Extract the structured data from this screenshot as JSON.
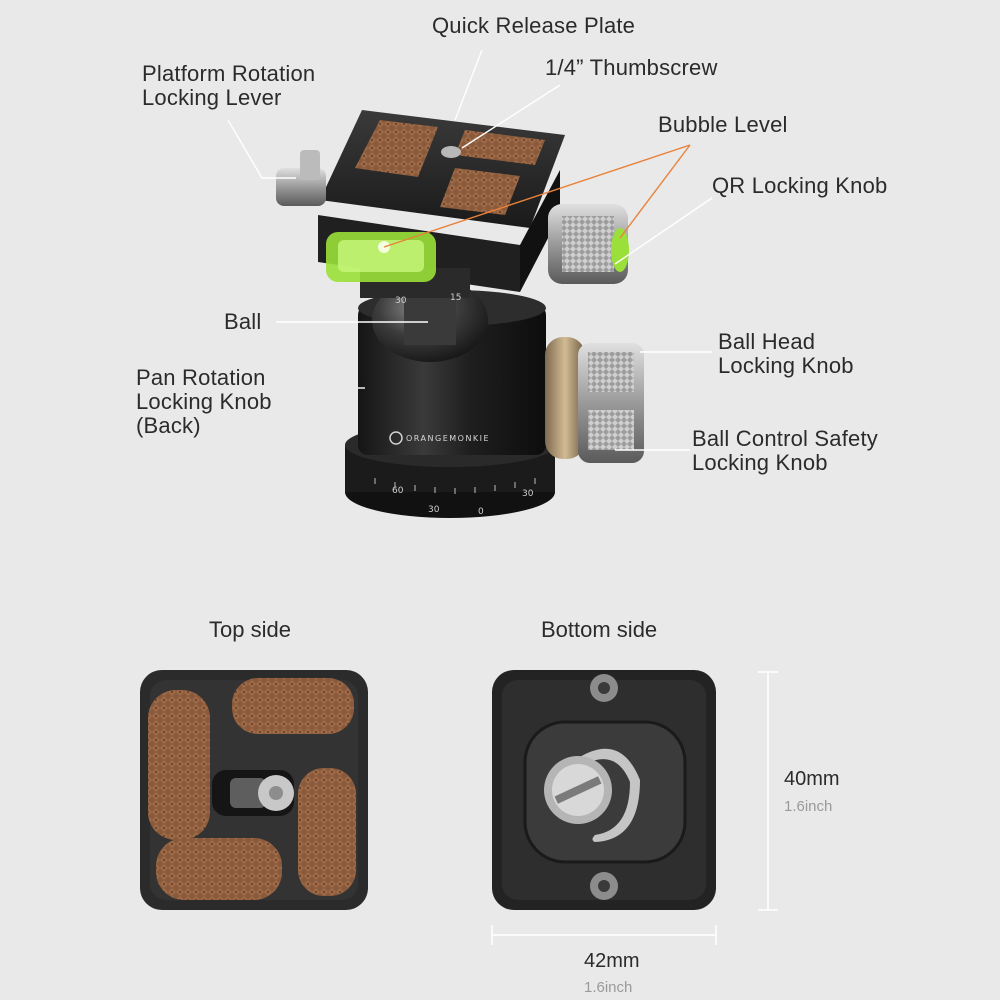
{
  "callouts": {
    "quick_release_plate": "Quick Release Plate",
    "thumbscrew": "1/4” Thumbscrew",
    "platform_rotation": [
      "Platform Rotation",
      "Locking Lever"
    ],
    "bubble_level": "Bubble Level",
    "qr_locking_knob": "QR Locking Knob",
    "ball": "Ball",
    "ball_head_locking_knob": [
      "Ball Head",
      "Locking Knob"
    ],
    "pan_rotation": [
      "Pan Rotation",
      "Locking Knob",
      "(Back)"
    ],
    "ball_control_safety": [
      "Ball Control Safety",
      "Locking Knob"
    ]
  },
  "brand_logo": "ORANGEMONKIE",
  "scale_ticks": {
    "platform": [
      "15",
      "30"
    ],
    "base": [
      "60",
      "30",
      "0",
      "30"
    ]
  },
  "plates": {
    "top_caption": "Top side",
    "bottom_caption": "Bottom side"
  },
  "dimensions": {
    "height_mm": "40mm",
    "height_in": "1.6inch",
    "width_mm": "42mm",
    "width_in": "1.6inch"
  },
  "colors": {
    "background": "#e9e9e9",
    "pad_brown": "#8a5a3c",
    "metal_dark": "#262626",
    "bubble_green": "#9be03a",
    "callout_line": "#ffffff",
    "bubble_leader": "#e8823a",
    "gold_ring": "#b49a74"
  }
}
